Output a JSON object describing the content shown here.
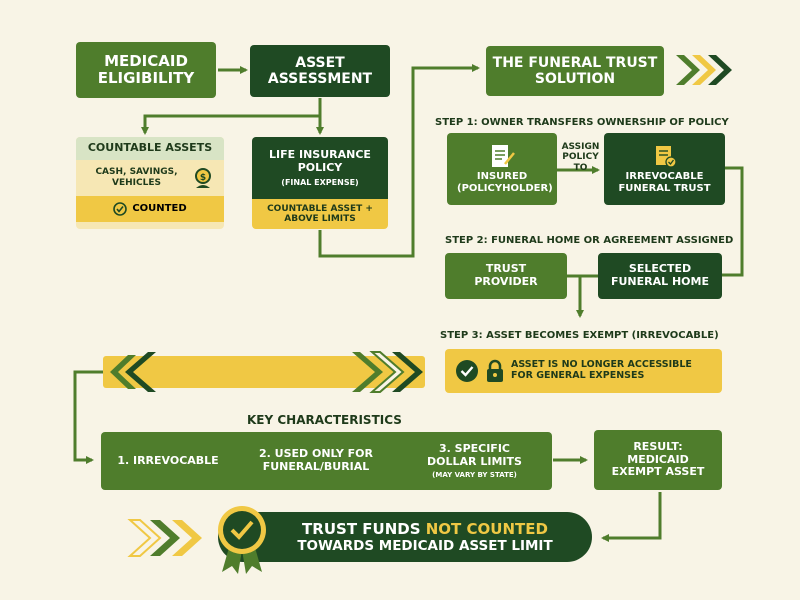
{
  "nodes": {
    "medicaid_eligibility": "Medicaid Eligibility",
    "asset_assessment": "Asset Assessment",
    "funeral_trust_solution": "The Funeral Trust Solution",
    "countable_assets": {
      "header": "Countable Assets",
      "items": "Cash, Savings, Vehicles",
      "badge": "Counted"
    },
    "life_insurance": {
      "title": "Life Insurance Policy",
      "subtitle": "(Final Expense)",
      "badge": "Countable Asset + Above Limits"
    },
    "step1": {
      "title": "Step 1: Owner Transfers Ownership of Policy",
      "insured": "Insured (Policyholder)",
      "assign_label": "Assign Policy To",
      "trust": "Irrevocable Funeral Trust"
    },
    "step2": {
      "title": "Step 2: Funeral Home or Agreement Assigned",
      "provider": "Trust Provider",
      "funeral_home": "Selected Funeral Home"
    },
    "step3": {
      "title": "Step 3: Asset Becomes Exempt (Irrevocable)",
      "text": "Asset is no longer accessible for general expenses"
    },
    "key_characteristics": {
      "title": "Key Characteristics",
      "items": [
        "1. Irrevocable",
        "2. Used only for funeral/burial",
        "3. Specific dollar limits"
      ],
      "note": "(May vary by state)"
    },
    "result": "Result: Medicaid Exempt Asset",
    "banner": {
      "before": "Trust funds",
      "highlight": "not counted",
      "after": "towards Medicaid asset limit"
    }
  },
  "colors": {
    "dark_green": "#1f4a23",
    "green": "#4f7d2c",
    "yellow": "#f0c844",
    "cream": "#f8f4e6"
  },
  "icons": [
    "check-icon",
    "coin-bag-icon",
    "contract-icon",
    "scroll-icon",
    "lock-icon",
    "ribbon-badge-icon",
    "chevron-right-icon",
    "chevron-left-icon",
    "arrow-icon"
  ]
}
